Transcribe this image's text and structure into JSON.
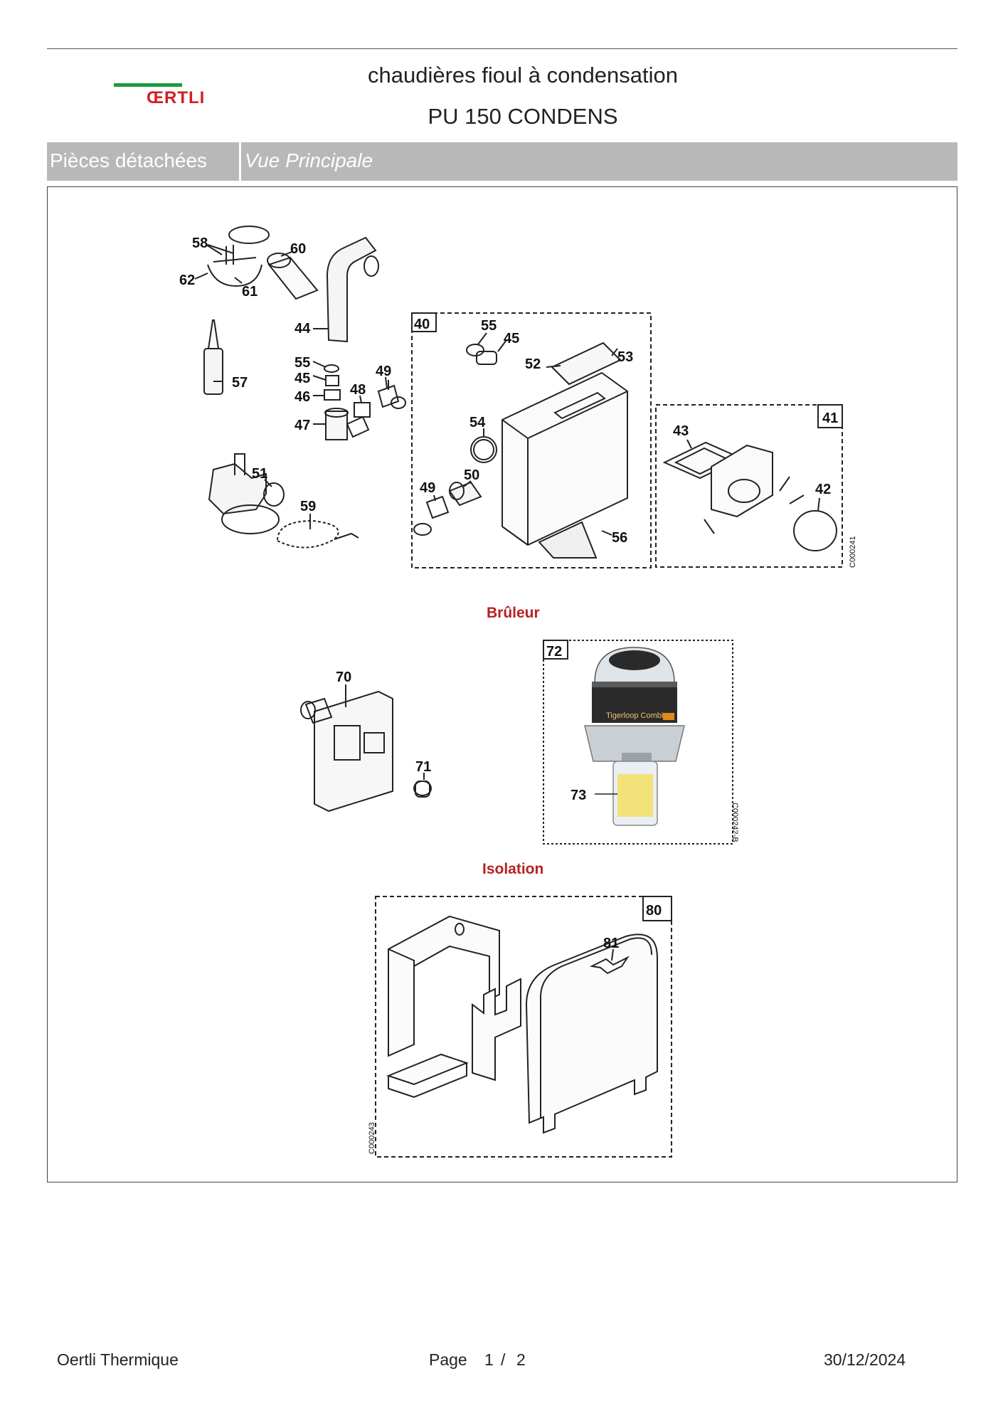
{
  "header": {
    "logo_text": "ŒRTLI",
    "title_line1": "chaudières fioul à condensation",
    "title_line2": "PU 150 CONDENS"
  },
  "band": {
    "left_label": "Pièces détachées",
    "right_label": "Vue Principale"
  },
  "diagram": {
    "sections": [
      "Brûleur",
      "Isolation"
    ],
    "codes": [
      "C000241",
      "C000242-B",
      "C000243"
    ],
    "labels_top": [
      "58",
      "60",
      "62",
      "61",
      "44",
      "57",
      "55",
      "45",
      "46",
      "47",
      "48",
      "49",
      "51",
      "59"
    ],
    "labels_box40": [
      "40",
      "55",
      "45",
      "52",
      "53",
      "54",
      "50",
      "49",
      "56"
    ],
    "labels_box41": [
      "41",
      "43",
      "42"
    ],
    "labels_burner": [
      "70",
      "71",
      "72",
      "73"
    ],
    "labels_insulation": [
      "80",
      "81"
    ],
    "filter_brand": "Tigerloop Combi"
  },
  "footer": {
    "company": "Oertli Thermique",
    "page_label": "Page",
    "page_current": "1",
    "page_sep": "/",
    "page_total": "2",
    "date": "30/12/2024"
  },
  "colors": {
    "logo_green": "#1d9a3c",
    "logo_red": "#d11f1f",
    "band_gray": "#b8b8b8",
    "section_red": "#b52222"
  }
}
